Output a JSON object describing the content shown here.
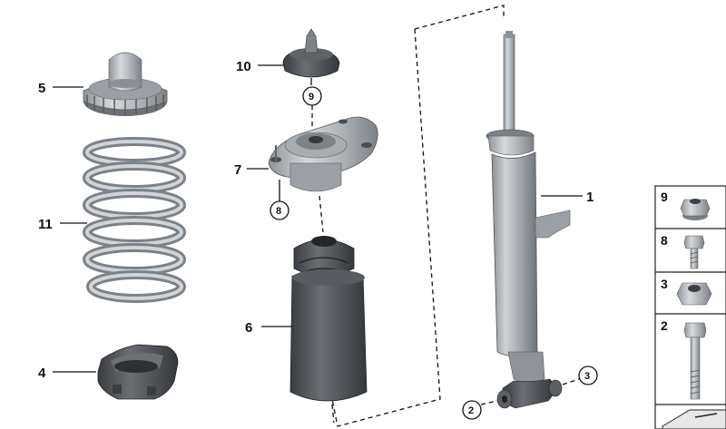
{
  "callouts": {
    "spring_seat_upper": "5",
    "coil_spring": "11",
    "spring_seat_lower": "4",
    "mount_top": "10",
    "mount_top_nut_ref": "9",
    "support_bearing": "7",
    "support_bearing_bolt_ref": "8",
    "bump_stop": "6",
    "shock_absorber": "1",
    "bushing_bolt_ref": "2",
    "bushing_nut_ref": "3"
  },
  "fastener_panel": {
    "items": [
      {
        "number": "9",
        "icon": "flange-nut-icon"
      },
      {
        "number": "8",
        "icon": "short-bolt-icon"
      },
      {
        "number": "3",
        "icon": "hex-nut-icon"
      },
      {
        "number": "2",
        "icon": "long-bolt-icon"
      }
    ]
  },
  "colors": {
    "metal_light": "#c9ccd0",
    "metal_mid": "#9fa4aa",
    "metal_dark": "#6b7076",
    "rubber": "#4d5055",
    "rubber_dark": "#2f3236",
    "line": "#111111"
  }
}
